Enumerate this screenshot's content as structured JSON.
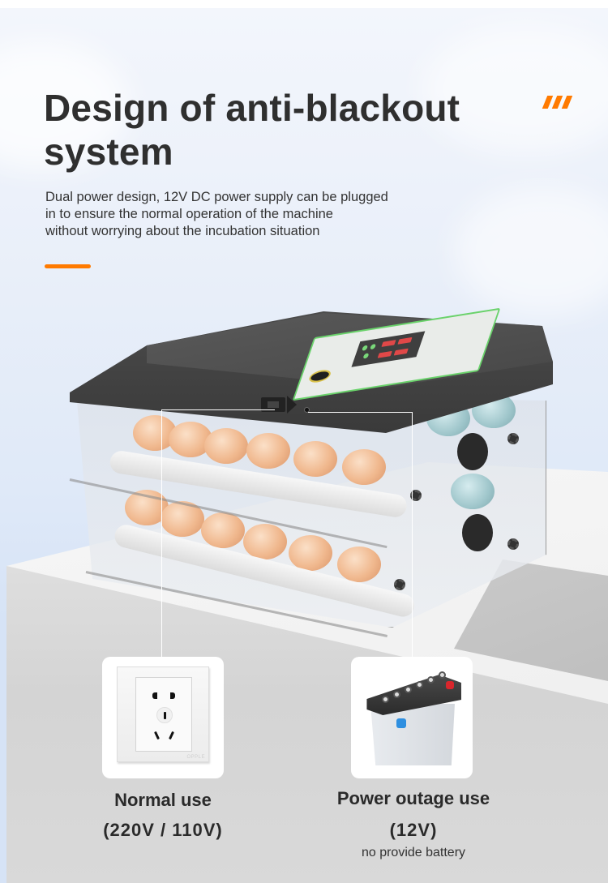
{
  "header": {
    "title": "Design of anti-blackout system",
    "title_line1": "Design of anti-blackout",
    "title_line2": "system",
    "description_line1": "Dual power design, 12V DC power supply can be plugged",
    "description_line2": "in to ensure the normal operation of the machine",
    "description_line3": "without worrying about the incubation situation",
    "decoration_icon": "triple-slash-icon"
  },
  "colors": {
    "accent": "#ff7a00",
    "title_text": "#2f2f2f",
    "panel_border": "#6ad26b",
    "battery_positive": "#d8262c",
    "battery_negative": "#2e8fe0"
  },
  "product": {
    "name": "egg-incubator",
    "ports": [
      "ac-power-inlet",
      "power-switch",
      "dc-12v-jack"
    ]
  },
  "options": [
    {
      "icon": "wall-outlet-icon",
      "title": "Normal use",
      "voltage": "(220V / 110V)",
      "brand_mark": "OPPLE"
    },
    {
      "icon": "car-battery-icon",
      "title": "Power outage use",
      "voltage": "(12V)",
      "note": "no provide battery"
    }
  ]
}
